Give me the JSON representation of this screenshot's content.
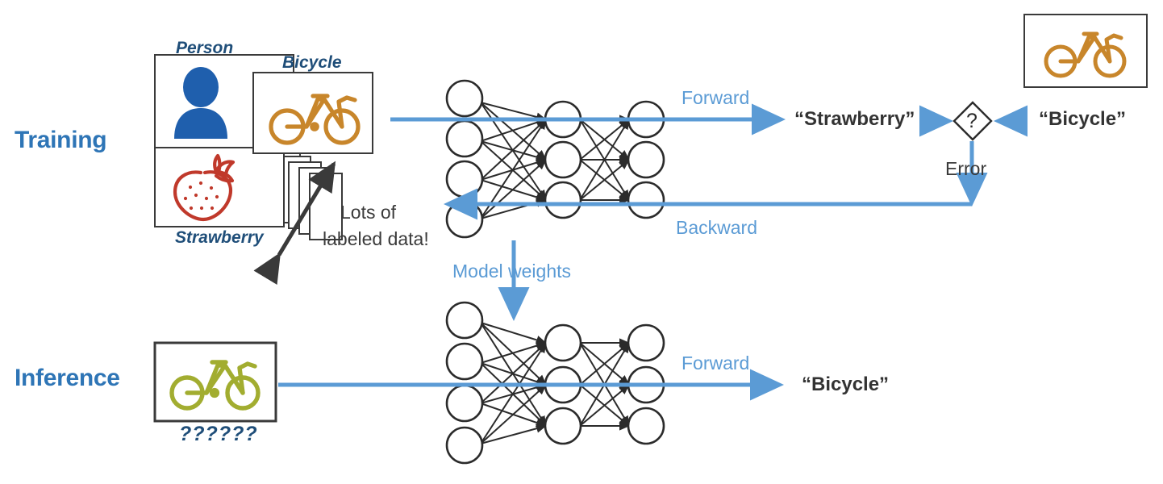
{
  "diagram": {
    "title": "Neural network training and inference diagram",
    "colors": {
      "accent_blue": "#5B9BD5",
      "title_blue": "#2E75B6",
      "label_blue": "#1F4E79",
      "person_blue": "#1F5FAD",
      "bicycle_orange": "#C8862B",
      "strawberry_red": "#C0392B",
      "bicycle_green": "#A2AD30",
      "stroke_dark": "#2b2b2b"
    },
    "sections": [
      {
        "id": "training",
        "label": "Training"
      },
      {
        "id": "inference",
        "label": "Inference"
      }
    ],
    "training": {
      "cards": [
        {
          "id": "person",
          "label": "Person",
          "icon": "person-icon"
        },
        {
          "id": "bicycle",
          "label": "Bicycle",
          "icon": "bicycle-icon"
        },
        {
          "id": "strawberry",
          "label": "Strawberry",
          "icon": "strawberry-icon"
        }
      ],
      "data_note_line1": "Lots of",
      "data_note_line2": "labeled data!",
      "forward_label": "Forward",
      "backward_label": "Backward",
      "prediction": "“Strawberry”",
      "ground_truth": "“Bicycle”",
      "comparator_symbol": "?",
      "error_label": "Error",
      "truth_card_icon": "bicycle-icon",
      "network": {
        "input_nodes": 4,
        "hidden_nodes": 3,
        "output_nodes": 3
      }
    },
    "model_weights_label": "Model weights",
    "inference": {
      "query_card": {
        "icon": "bicycle-icon",
        "label": "??????"
      },
      "forward_label": "Forward",
      "prediction": "“Bicycle”",
      "network": {
        "input_nodes": 4,
        "hidden_nodes": 3,
        "output_nodes": 3
      }
    }
  }
}
